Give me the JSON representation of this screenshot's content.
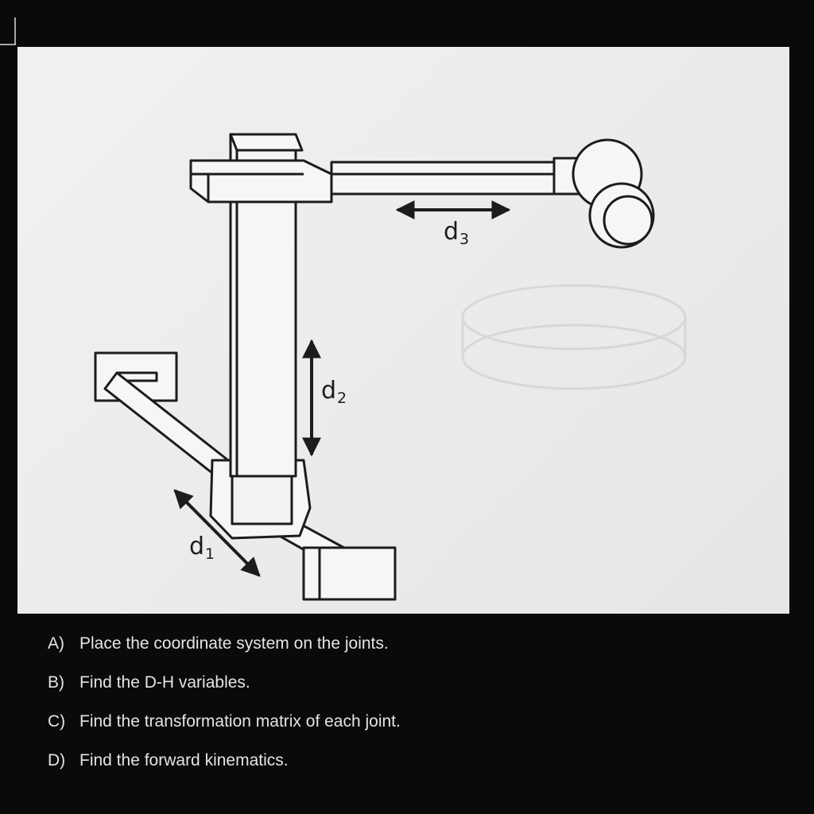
{
  "diagram": {
    "labels": [
      {
        "id": "d3",
        "base": "d",
        "subscript": "3"
      },
      {
        "id": "d2",
        "base": "d",
        "subscript": "2"
      },
      {
        "id": "d1",
        "base": "d",
        "subscript": "1"
      }
    ]
  },
  "questions": [
    {
      "letter": "A)",
      "text": "Place the coordinate system on the joints."
    },
    {
      "letter": "B)",
      "text": "Find the D-H variables."
    },
    {
      "letter": "C)",
      "text": "Find the transformation matrix of each joint."
    },
    {
      "letter": "D)",
      "text": "Find the forward kinematics."
    }
  ],
  "colors": {
    "page_background": "#0a0a0b",
    "paper": "#ececee",
    "ink": "#1c1c1c",
    "question_text": "#e4e4e4"
  }
}
